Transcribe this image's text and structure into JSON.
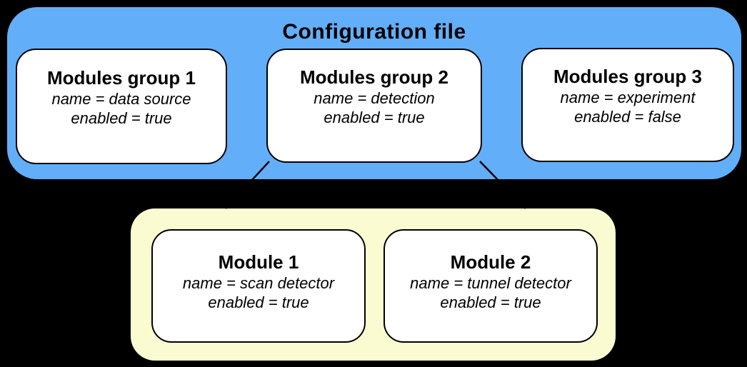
{
  "config": {
    "title": "Configuration file",
    "groups": [
      {
        "title": "Modules group 1",
        "name_line": "name = data source",
        "enabled_line": "enabled = true"
      },
      {
        "title": "Modules group 2",
        "name_line": "name = detection",
        "enabled_line": "enabled = true"
      },
      {
        "title": "Modules group 3",
        "name_line": "name = experiment",
        "enabled_line": "enabled = false"
      }
    ]
  },
  "modules_panel": {
    "modules": [
      {
        "title": "Module 1",
        "name_line": "name = scan detector",
        "enabled_line": "enabled = true"
      },
      {
        "title": "Module 2",
        "name_line": "name = tunnel detector",
        "enabled_line": "enabled = true"
      }
    ]
  },
  "colors": {
    "background": "#000000",
    "config_panel": "#63AEF8",
    "modules_panel": "#FBFBD2",
    "card_fill": "#FFFFFF",
    "card_border": "#000000",
    "text": "#000000",
    "connector": "#000000"
  }
}
